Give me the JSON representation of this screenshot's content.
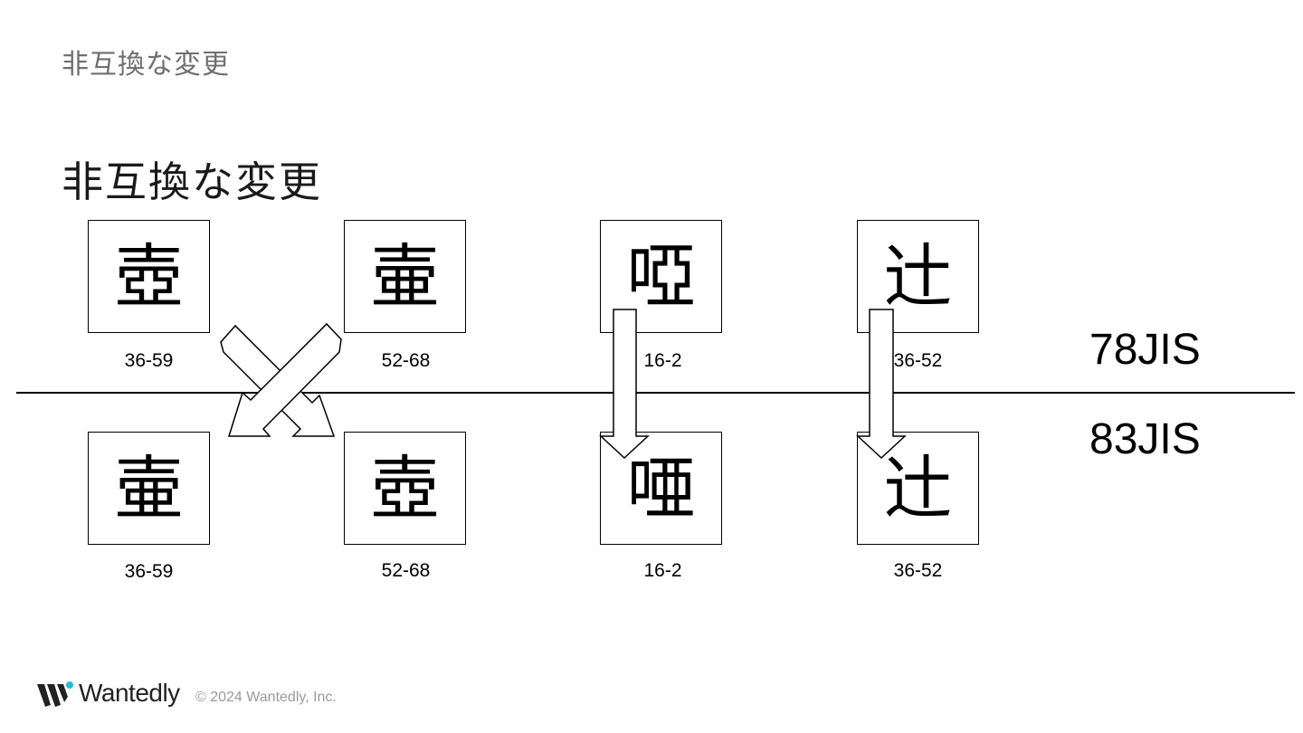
{
  "header": {
    "title": "非互換な変更"
  },
  "slide": {
    "title": "非互換な変更"
  },
  "versions": {
    "top": "78JIS",
    "bottom": "83JIS"
  },
  "top_row": [
    {
      "char": "壺",
      "code": "36-59"
    },
    {
      "char": "壷",
      "code": "52-68"
    },
    {
      "char": "啞",
      "code": "16-2"
    },
    {
      "char": "辻",
      "code": "36-52"
    }
  ],
  "bottom_row": [
    {
      "char": "壷",
      "code": "36-59"
    },
    {
      "char": "壺",
      "code": "52-68"
    },
    {
      "char": "唖",
      "code": "16-2"
    },
    {
      "char": "辻",
      "code": "36-52"
    }
  ],
  "footer": {
    "brand": "Wantedly",
    "copyright": "© 2024 Wantedly, Inc.",
    "brand_color": "#21bddb"
  }
}
